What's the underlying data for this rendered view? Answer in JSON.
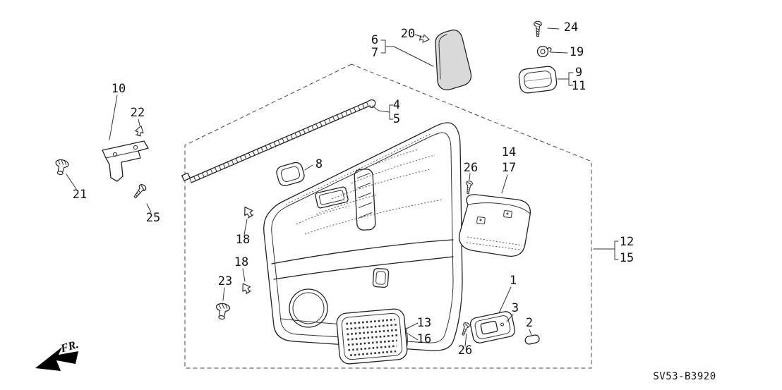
{
  "diagram": {
    "code": "SV53-B3920",
    "fr_label": "FR.",
    "colors": {
      "ink": "#222222",
      "garnish_fill": "#d9d9d9"
    },
    "callouts": [
      "6",
      "7",
      "20",
      "24",
      "19",
      "9",
      "11",
      "10",
      "22",
      "21",
      "25",
      "4",
      "5",
      "8",
      "26",
      "14",
      "17",
      "18",
      "18",
      "23",
      "12",
      "15",
      "13",
      "16",
      "1",
      "3",
      "2",
      "26"
    ]
  }
}
